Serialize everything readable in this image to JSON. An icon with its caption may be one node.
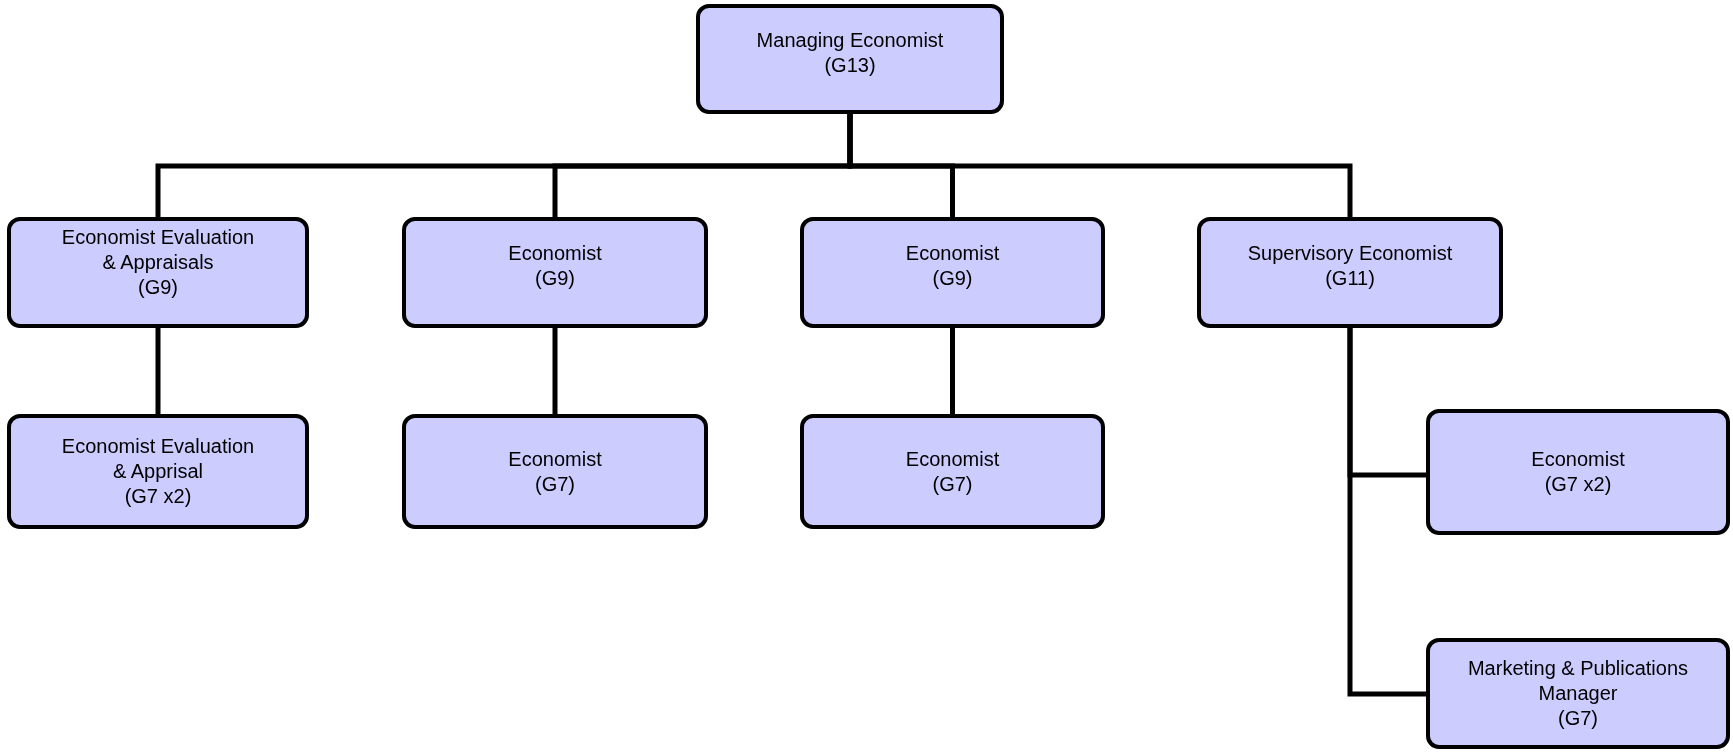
{
  "diagram": {
    "nodes": [
      {
        "text": [
          "Managing Economist",
          "(G13)"
        ]
      },
      {
        "text": [
          "Economist Evaluation & Appraisals",
          "(G9)"
        ]
      },
      {
        "text": [
          "Economist",
          "(G9)"
        ]
      },
      {
        "text": [
          "Economist",
          "(G9)"
        ]
      },
      {
        "text": [
          "Supervisory Economist",
          "(G11)"
        ]
      },
      {
        "text": [
          "Economist Evaluation & Apprisal",
          "(G7 x2)"
        ]
      },
      {
        "text": [
          "Economist",
          "(G7)"
        ]
      },
      {
        "text": [
          "Economist",
          "(G7)"
        ]
      },
      {
        "text": [
          "Economist",
          "(G7 x2)"
        ]
      },
      {
        "text": [
          "Marketing & Publications Manager",
          "(G7)"
        ]
      }
    ],
    "edges": [
      {
        "from": 0,
        "to": 1,
        "arrow": "none"
      },
      {
        "from": 0,
        "to": 2,
        "arrow": "none"
      },
      {
        "from": 0,
        "to": 3,
        "arrow": "none"
      },
      {
        "from": 0,
        "to": 4,
        "arrow": "none"
      },
      {
        "from": 1,
        "to": 5,
        "arrow": "none"
      },
      {
        "from": 2,
        "to": 6,
        "arrow": "none"
      },
      {
        "from": 3,
        "to": 7,
        "arrow": "none"
      },
      {
        "from": 4,
        "to": 8,
        "arrow": "none"
      },
      {
        "from": 4,
        "to": 9,
        "arrow": "none"
      }
    ]
  }
}
